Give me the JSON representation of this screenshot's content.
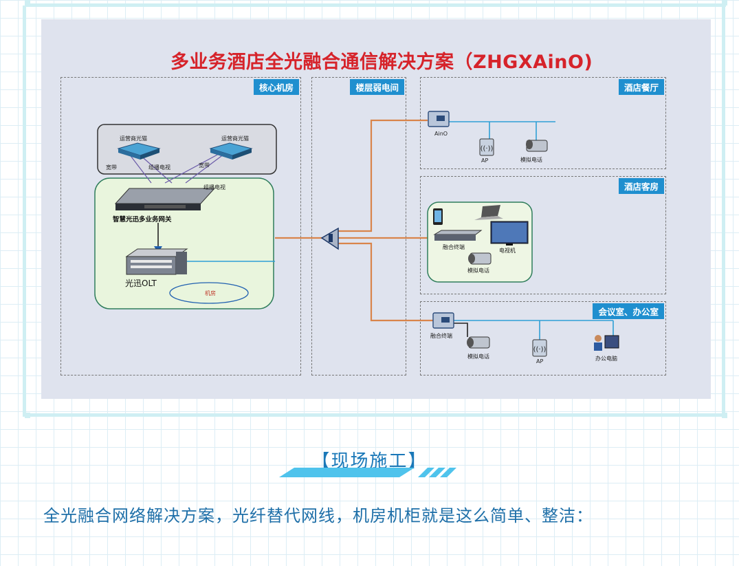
{
  "diagram": {
    "title": "多业务酒店全光融合通信解决方案（ZHGXAinO)",
    "zones": {
      "core": "核心机房",
      "floor": "楼层弱电间",
      "restaurant": "酒店餐厅",
      "guestroom": "酒店客房",
      "meeting": "会议室、办公室"
    },
    "core_room": {
      "modem_left": "运营商光猫",
      "modem_right": "运营商光猫",
      "broadband_left": "宽带",
      "iptv_left": "组播电视",
      "broadband_right": "宽带",
      "iptv_main": "组播电视",
      "gateway": "智慧光迅多业务网关",
      "olt": "光迅OLT",
      "machine_room": "机房"
    },
    "restaurant": {
      "aino": "AinO",
      "ap": "AP",
      "phone": "模拟电话"
    },
    "guestroom": {
      "terminal": "融合终端",
      "tv": "电视机",
      "phone": "模拟电话"
    },
    "meeting": {
      "terminal": "融合终端",
      "phone": "模拟电话",
      "ap": "AP",
      "pc": "办公电脑"
    },
    "colors": {
      "fiber": "#d9844a",
      "ethernet": "#2f9fd6",
      "zone_label": "#1f8fcf",
      "title": "#d6232a"
    }
  },
  "section_heading": "【现场施工】",
  "body_text": "全光融合网络解决方案，光纤替代网线，机房机柜就是这么简单、整洁："
}
